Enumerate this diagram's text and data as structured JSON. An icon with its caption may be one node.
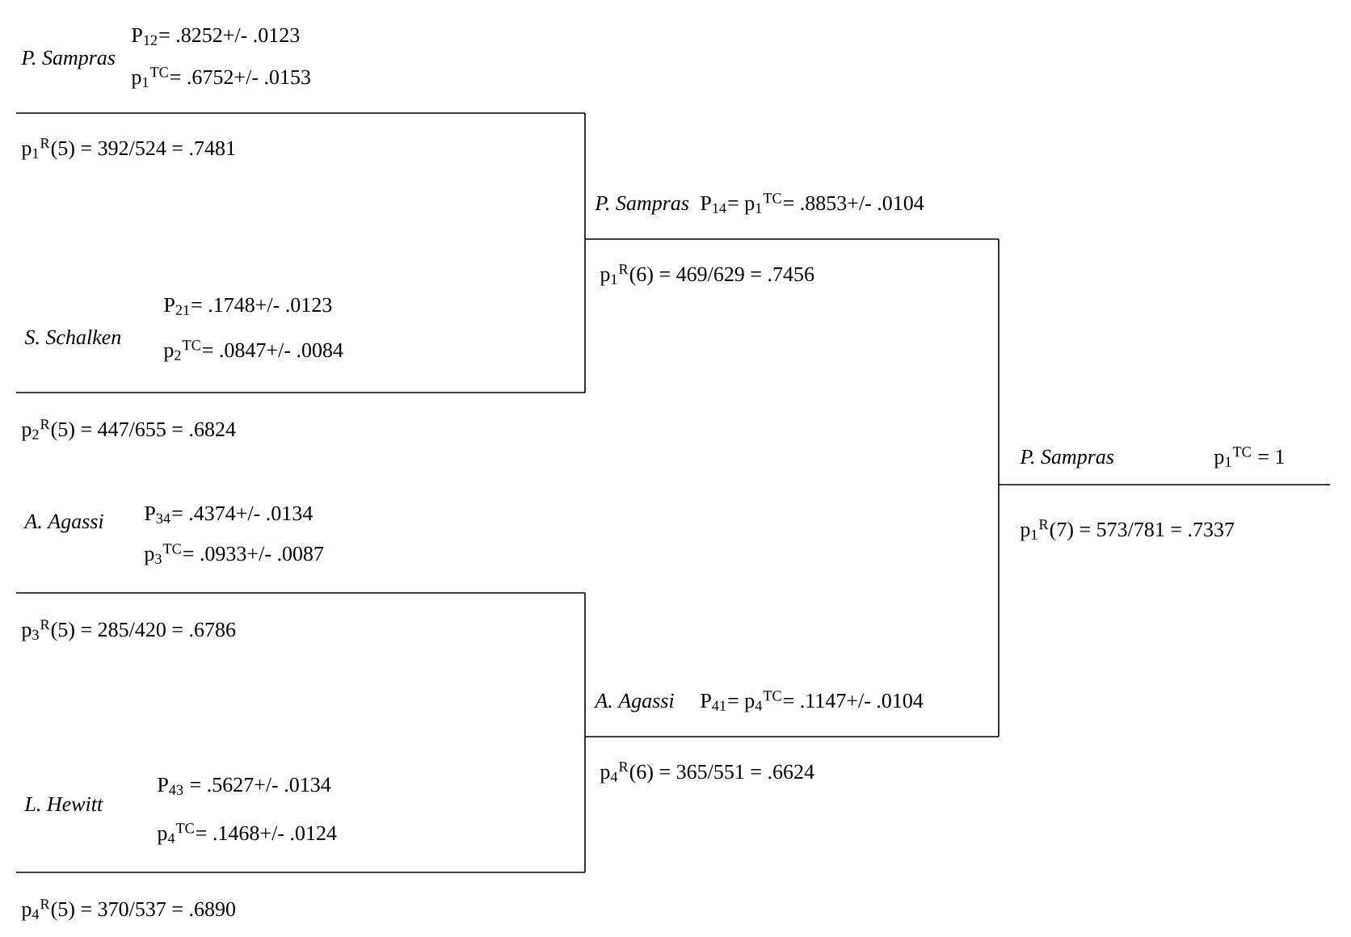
{
  "diagram": {
    "nodes": [
      {
        "text": [
          "P. Sampras",
          "P$_{12}$= .8252+/- .0123",
          "p$_{1}$$^{TC}$= .6752+/- .0153",
          "p$_{1}$$^{R}$(5) = 392/524 = .7481"
        ]
      },
      {
        "text": [
          "S. Schalken",
          "P$_{21}$= .1748+/- .0123",
          "p$_{2}$$^{TC}$= .0847+/- .0084",
          "p$_{2}$$^{R}$(5) = 447/655 = .6824"
        ]
      },
      {
        "text": [
          "A. Agassi",
          "P$_{34}$= .4374+/- .0134",
          "p$_{3}$$^{TC}$= .0933+/- .0087",
          "p$_{3}$$^{R}$(5) = 285/420 = .6786"
        ]
      },
      {
        "text": [
          "L. Hewitt",
          "P$_{43}$ = .5627+/- .0134",
          "p$_{4}$$^{TC}$= .1468+/- .0124",
          "p$_{4}$$^{R}$(5) = 370/537 = .6890"
        ]
      },
      {
        "text": [
          "P. Sampras",
          "P$_{14}$= p$_{1}$$^{TC}$= .8853+/- .0104",
          "p$_{1}$$^{R}$(6) = 469/629 = .7456"
        ]
      },
      {
        "text": [
          "A. Agassi",
          "P$_{41}$= p$_{4}$$^{TC}$= .1147+/- .0104",
          "p$_{4}$$^{R}$(6) = 365/551 = .6624"
        ]
      },
      {
        "text": [
          "P. Sampras",
          "p$_{1}$$^{TC}$ = 1",
          "p$_{1}$$^{R}$(7) = 573/781 = .7337"
        ]
      }
    ],
    "edges": [
      {
        "from": 0,
        "to": 4,
        "arrow": "none"
      },
      {
        "from": 1,
        "to": 4,
        "arrow": "none"
      },
      {
        "from": 2,
        "to": 5,
        "arrow": "none"
      },
      {
        "from": 3,
        "to": 5,
        "arrow": "none"
      },
      {
        "from": 4,
        "to": 6,
        "arrow": "none"
      },
      {
        "from": 5,
        "to": 6,
        "arrow": "none"
      }
    ]
  }
}
